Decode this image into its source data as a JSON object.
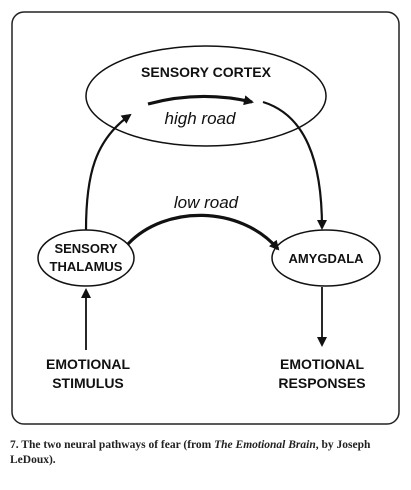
{
  "nodes": {
    "sensory_cortex": "SENSORY CORTEX",
    "sensory_thalamus": [
      "SENSORY",
      "THALAMUS"
    ],
    "amygdala": "AMYGDALA",
    "emotional_stimulus": [
      "EMOTIONAL",
      "STIMULUS"
    ],
    "emotional_responses": [
      "EMOTIONAL",
      "RESPONSES"
    ]
  },
  "edges": {
    "high_road": "high road",
    "low_road": "low road"
  },
  "caption": {
    "number": "7.",
    "text_before": "The two neural pathways of fear (from",
    "book_title": "The Emotional Brain",
    "text_after": ", by Joseph LeDoux)."
  },
  "colors": {
    "ink": "#111111",
    "frame": "#222222",
    "background": "#ffffff"
  }
}
